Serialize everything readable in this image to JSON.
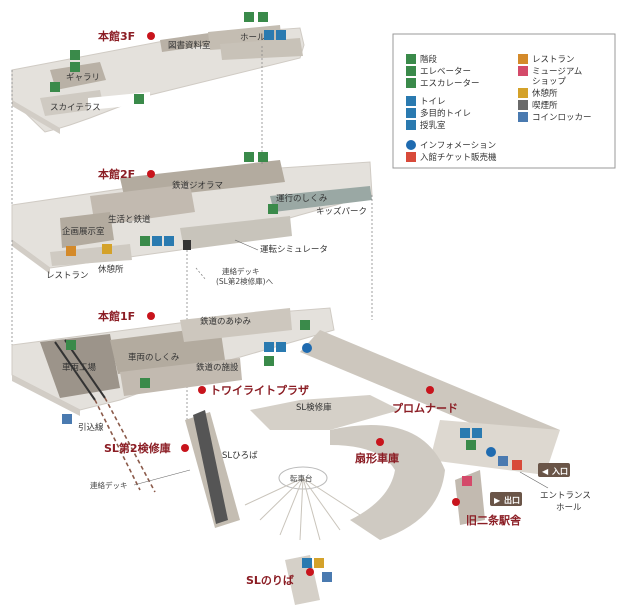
{
  "floors": {
    "f3": "本館3F",
    "f2": "本館2F",
    "f1": "本館1F"
  },
  "labels_3f": {
    "library": "図書資料室",
    "hall": "ホール",
    "gallery": "ギャラリ",
    "sky_terrace": "スカイテラス"
  },
  "labels_2f": {
    "diorama": "鉄道ジオラマ",
    "operation": "運行のしくみ",
    "kids_park": "キッズパーク",
    "life_railway": "生活と鉄道",
    "planning": "企画展示室",
    "simulator": "運転シミュレータ",
    "restaurant": "レストラン",
    "rest_area": "休憩所",
    "deck_note": "連絡デッキ",
    "deck_note2": "(SL第2検修庫)へ"
  },
  "labels_1f": {
    "history": "鉄道のあゆみ",
    "vehicle_mech": "車両のしくみ",
    "factory": "車両工場",
    "facilities": "鉄道の施設"
  },
  "areas": {
    "twilight": "トワイライトプラザ",
    "promenade": "プロムナード",
    "sl2": "SL第2検修庫",
    "roundhouse": "扇形車庫",
    "old_station": "旧二条駅舎",
    "sl_ride": "SLのりば"
  },
  "ground_labels": {
    "sl_shed": "SL検修庫",
    "sl_plaza": "SLひろば",
    "turntable": "転車台",
    "spur": "引込線",
    "deck": "連絡デッキ",
    "entrance_hall_1": "エントランス",
    "entrance_hall_2": "ホール"
  },
  "badges": {
    "entrance": "入口",
    "exit": "出口"
  },
  "legend": {
    "col1": [
      {
        "icon": "stairs-icon",
        "label": "階段",
        "color": "#3a8a4a"
      },
      {
        "icon": "elevator-icon",
        "label": "エレベーター",
        "color": "#3a8a4a"
      },
      {
        "icon": "escalator-icon",
        "label": "エスカレーター",
        "color": "#3a8a4a"
      },
      {
        "icon": "toilet-icon",
        "label": "トイレ",
        "color": "#2a7ab0"
      },
      {
        "icon": "multipurpose-toilet-icon",
        "label": "多目的トイレ",
        "color": "#2a7ab0"
      },
      {
        "icon": "nursing-room-icon",
        "label": "授乳室",
        "color": "#2a7ab0"
      }
    ],
    "col2": [
      {
        "icon": "restaurant-icon",
        "label": "レストラン",
        "color": "#d48a2a"
      },
      {
        "icon": "museum-shop-icon",
        "label": "ミュージアム",
        "color": "#d44a6a"
      },
      {
        "icon": "museum-shop-icon-2",
        "label": "ショップ",
        "color": ""
      },
      {
        "icon": "rest-area-icon",
        "label": "休憩所",
        "color": "#d4a22a"
      },
      {
        "icon": "smoking-icon",
        "label": "喫煙所",
        "color": "#6a6a6a"
      },
      {
        "icon": "locker-icon",
        "label": "コインロッカー",
        "color": "#4a7ab0"
      }
    ],
    "info": {
      "icon": "information-icon",
      "label": "インフォメーション",
      "color": "#1f6bb0"
    },
    "ticket": {
      "icon": "ticket-icon",
      "label": "入館チケット販売機",
      "color": "#d84a3a"
    }
  },
  "colors": {
    "floor_fill": "#e6e3de",
    "floor_edge": "#cfcac3",
    "exhibit": "#b3ab9f",
    "accent": "#8b1d24",
    "pin": "#c8141c"
  }
}
